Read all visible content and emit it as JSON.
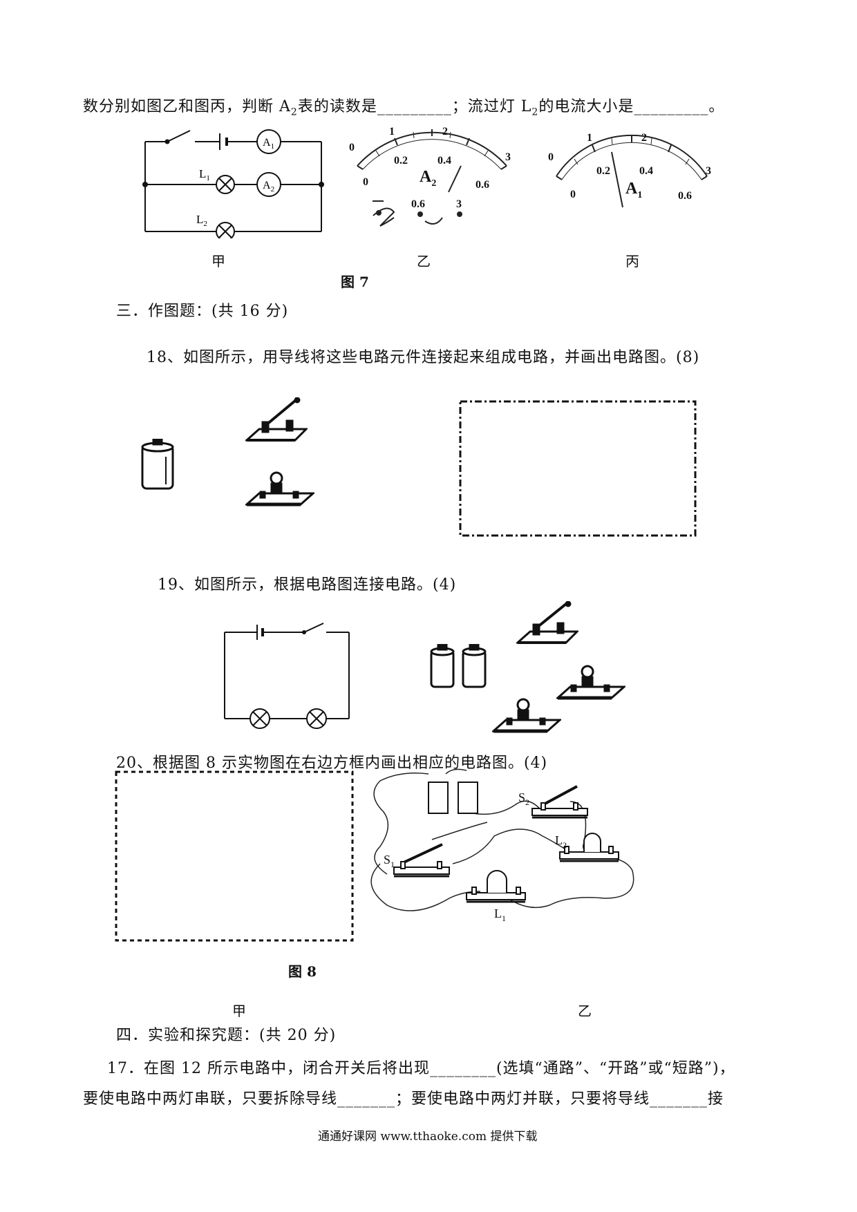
{
  "q17_top": {
    "prefix": "数分别如图乙和图丙，判断 A",
    "sub1": "2",
    "mid1": "表的读数是_________；流过灯 L",
    "sub2": "2",
    "suffix": "的电流大小是_________。"
  },
  "fig7": {
    "caption": "图 7",
    "jia": {
      "label": "甲",
      "a1": "A",
      "a1_sub": "1",
      "a2": "A",
      "a2_sub": "2",
      "l1": "L",
      "l1_sub": "1",
      "l2": "L",
      "l2_sub": "2"
    },
    "yi": {
      "label": "乙",
      "scale_top": [
        "0",
        "1",
        "2",
        "3"
      ],
      "scale_bottom": [
        "0",
        "0.2",
        "0.4",
        "0.6"
      ],
      "meter": "A",
      "meter_sub": "2",
      "terminals": [
        "−",
        "0.6",
        "3"
      ]
    },
    "bing": {
      "label": "丙",
      "scale_top": [
        "0",
        "1",
        "2",
        "3"
      ],
      "scale_bottom": [
        "0",
        "0.2",
        "0.4",
        "0.6"
      ],
      "meter": "A",
      "meter_sub": "1"
    }
  },
  "section3": {
    "title": "三．作图题：(共 16 分)"
  },
  "q18": {
    "text": "18、如图所示，用导线将这些电路元件连接起来组成电路，并画出电路图。(8)"
  },
  "q19": {
    "text": "19、如图所示，根据电路图连接电路。(4)"
  },
  "q20": {
    "text": "20、根据图 8 示实物图在右边方框内画出相应的电路图。(4)",
    "s2": "S",
    "s2_sub": "2",
    "s1": "S",
    "s1_sub": "1",
    "l1": "L",
    "l1_sub": "1",
    "l2": "L",
    "l2_sub": "2",
    "caption": "图 8",
    "jia": "甲",
    "yi": "乙"
  },
  "section4": {
    "title": "四．实验和探究题：(共 20 分)"
  },
  "q17b": {
    "line1": "17．在图 12 所示电路中，闭合开关后将出现________(选填“通路”、“开路”或“短路”)，",
    "line2": "要使电路中两灯串联，只要拆除导线_______；要使电路中两灯并联，只要将导线_______接"
  },
  "footer": "通通好课网  www.tthaoke.com  提供下载"
}
